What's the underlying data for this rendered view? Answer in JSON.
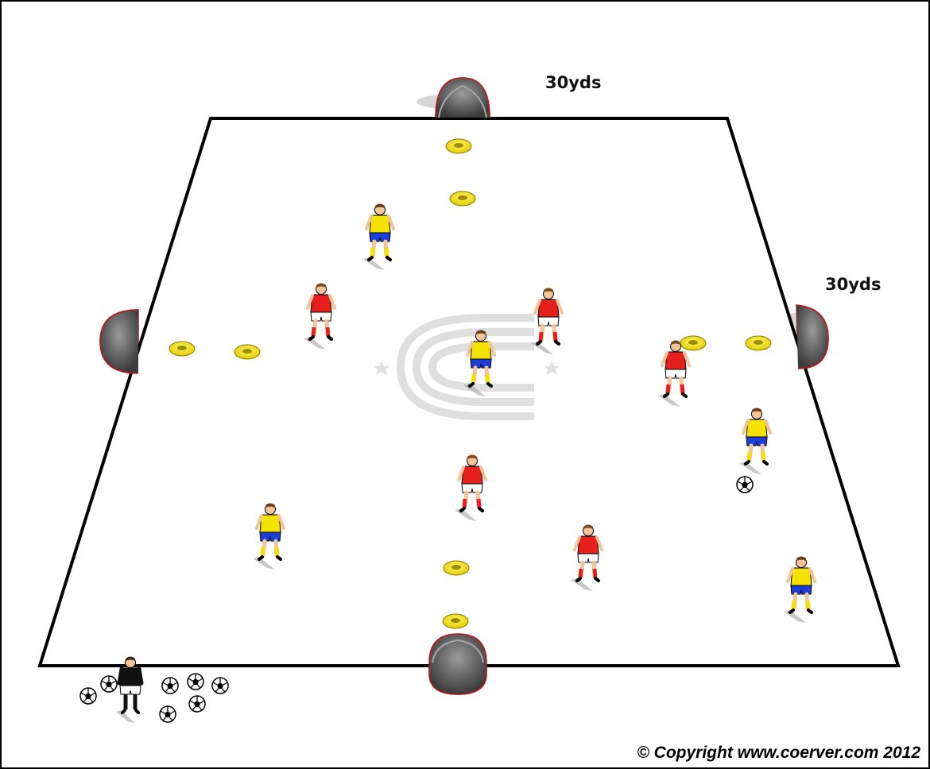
{
  "labels": {
    "length": "30yds",
    "width": "30yds"
  },
  "copyright": "© Copyright www.coerver.com 2012",
  "colors": {
    "pitch_line": "#000000",
    "cone": "#f2e100",
    "team_yellow_shirt": "#f5e200",
    "team_yellow_shorts": "#1a3fd8",
    "team_red_shirt": "#e81f1f",
    "team_red_shorts": "#ffffff",
    "coach": "#111111",
    "goal": "#6f6f6f",
    "logo": "#dcdcdc"
  },
  "icons": {
    "cone": "disc-cone-icon",
    "goal": "pop-up-goal-icon",
    "ball": "soccer-ball-icon",
    "player": "player-icon",
    "logo": "coerver-logo-icon"
  }
}
